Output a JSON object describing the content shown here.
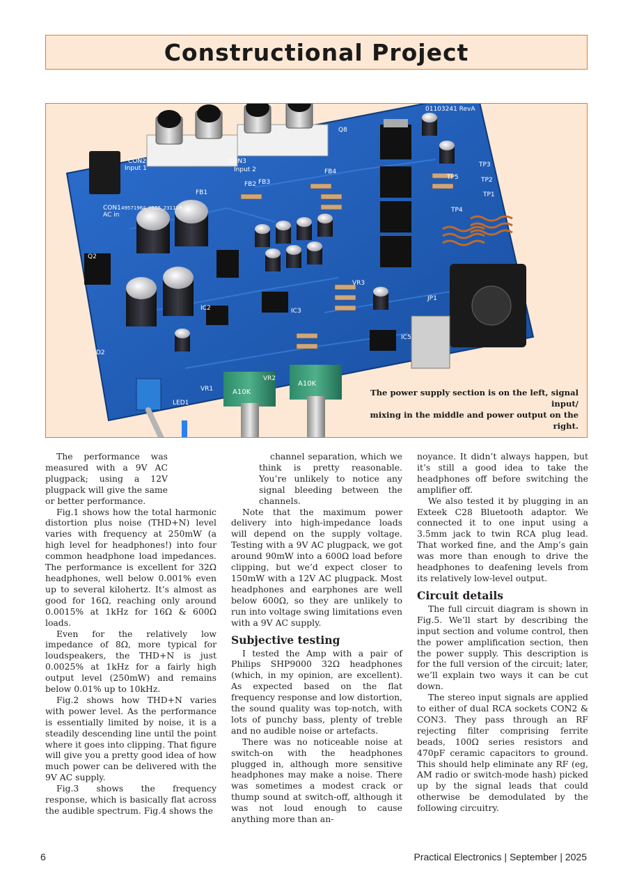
{
  "header": {
    "title": "Constructional Project"
  },
  "figure": {
    "caption_line1": "The power supply section is on the left, signal input/",
    "caption_line2": "mixing in the middle and power output on the right.",
    "board_labels": {
      "rev": "01103241 RevA",
      "con2": "CON2",
      "input1": "Input 1",
      "con3": "CON3",
      "input2": "Input 2",
      "con1": "CON1",
      "ac_in": "AC in",
      "part_no": "4957196A_Y555_231118",
      "q2": "Q2",
      "q8": "Q8",
      "fb1": "FB1",
      "fb2": "FB2",
      "fb3": "FB3",
      "fb4": "FB4",
      "ic2": "IC2",
      "ic3": "IC3",
      "ic5": "IC5",
      "d2": "D2",
      "vr1": "VR1",
      "vr2": "VR2",
      "vr3": "VR3",
      "led1": "LED1",
      "jp1": "JP1",
      "tp1": "TP1",
      "tp2": "TP2",
      "tp3": "TP3",
      "tp4": "TP4",
      "tp5": "TP5",
      "pot_value": "A10K"
    }
  },
  "col1": {
    "p1": "The performance was measured with a 9V AC plugpack; using a 12V plugpack will give the same or better performance.",
    "p2": "Fig.1 shows how the total harmonic distortion plus noise (THD+N) level varies with frequency at 250mW (a high level for headphones!) into four common headphone load impedances. The performance is excellent for 32Ω headphones, well below 0.001% even up to several kilohertz. It’s almost as good for 16Ω, reaching only around 0.0015% at 1kHz for 16Ω & 600Ω loads.",
    "p3": "Even for the relatively low impedance of 8Ω, more typical for loudspeakers, the THD+N is just 0.0025% at 1kHz for a fairly high output level (250mW) and remains below 0.01% up to 10kHz.",
    "p4": "Fig.2 shows how THD+N varies with power level. As the performance is essentially limited by noise, it is a steadily descending line until the point where it goes into clipping. That figure will give you a pretty good idea of how much power can be delivered with the 9V AC supply.",
    "p5": "Fig.3 shows the frequency response, which is basically flat across the audible spectrum. Fig.4 shows the"
  },
  "col2": {
    "p1": "channel separation, which we think is pretty reasonable. You’re unlikely to notice any signal bleeding between the channels.",
    "p2": "Note that the maximum power delivery into high-impedance loads will depend on the supply voltage. Testing with a 9V AC plugpack, we got around 90mW into a 600Ω load before clipping, but we’d expect closer to 150mW with a 12V AC plugpack. Most headphones and earphones are well below 600Ω, so they are unlikely to run into voltage swing limitations even with a 9V AC supply.",
    "h1": "Subjective testing",
    "p3": "I tested the Amp with a pair of Philips SHP9000 32Ω headphones (which, in my opinion, are excellent). As expected based on the flat frequency response and low distortion, the sound quality was top-notch, with lots of punchy bass, plenty of treble and no audible noise or artefacts.",
    "p4": "There was no noticeable noise at switch-on with the headphones plugged in, although more sensitive headphones may make a noise. There was sometimes a modest crack or thump sound at switch-off, although it was not loud enough to cause anything more than an-"
  },
  "col3": {
    "p1": "noyance. It didn’t always happen, but it’s still a good idea to take the headphones off before switching the amplifier off.",
    "p2": "We also tested it by plugging in an Exteek C28 Bluetooth adaptor. We connected it to one input using a 3.5mm jack to twin RCA plug lead. That worked fine, and the Amp’s gain was more than enough to drive the headphones to deafening levels from its relatively low-level output.",
    "h1": "Circuit details",
    "p3": "The full circuit diagram is shown in Fig.5. We’ll start by describing the input section and volume control, then the power amplification section, then the power supply. This description is for the full version of the circuit; later, we’ll explain two ways it can be cut down.",
    "p4": "The stereo input signals are applied to either of dual RCA sockets CON2 & CON3. They pass through an RF rejecting filter comprising ferrite beads, 100Ω series resistors and 470pF ceramic capacitors to ground. This should help eliminate any RF (eg, AM radio or switch-mode hash) picked up by the signal leads that could otherwise be demodulated by the following circuitry."
  },
  "footer": {
    "page_number": "6",
    "publication": "Practical Electronics  |  September  |  2025"
  },
  "colors": {
    "accent_border": "#e07a2e",
    "accent_fill": "#fde8d5",
    "pcb_blue": "#1f5fbf"
  }
}
